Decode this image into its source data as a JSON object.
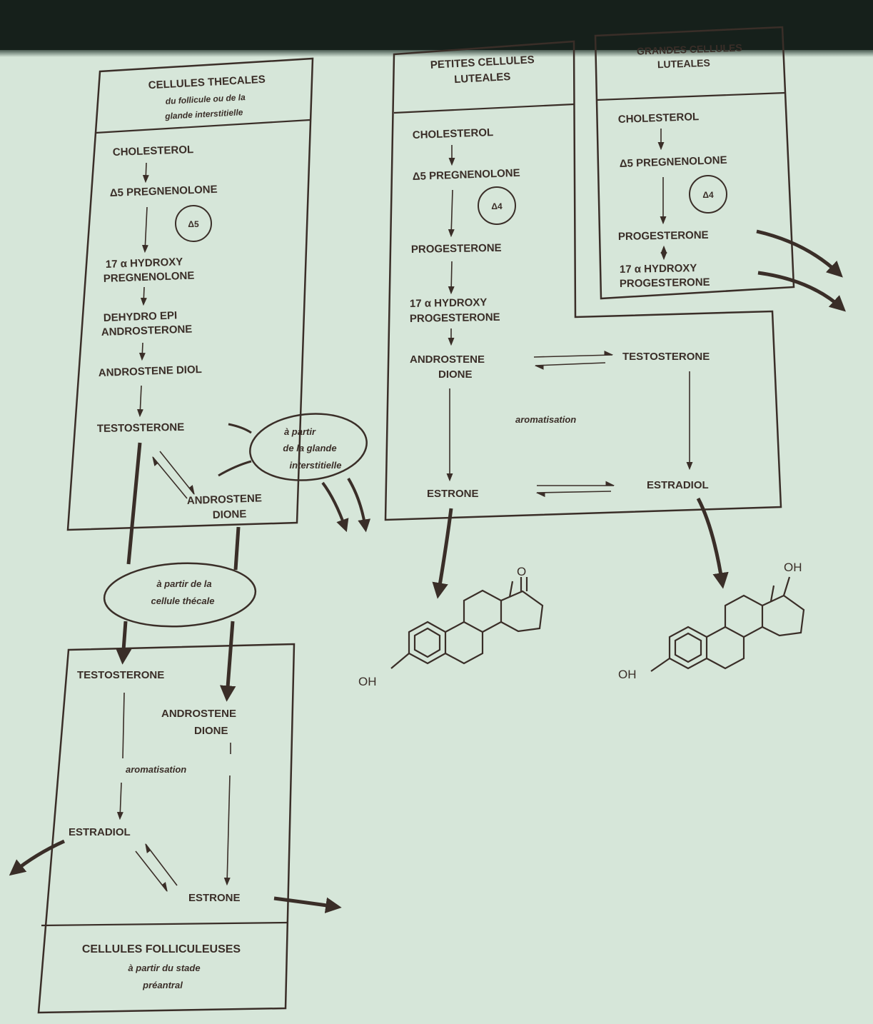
{
  "colors": {
    "background": "#d6e6d9",
    "ink": "#3a2e28",
    "top_bar": "#16201b"
  },
  "thecal": {
    "title": [
      "CELLULES THECALES",
      "du follicule ou de la",
      "glande interstitielle"
    ],
    "cholesterol": "CHOLESTEROL",
    "pregnenolone": "Δ5 PREGNENOLONE",
    "enzyme": "Δ5",
    "hydroxy": [
      "17 α HYDROXY",
      "PREGNENOLONE"
    ],
    "dhea": [
      "DEHYDRO EPI",
      "ANDROSTERONE"
    ],
    "diol": "ANDROSTENE DIOL",
    "testosterone": "TESTOSTERONE",
    "androstene": [
      "ANDROSTENE",
      "DIONE"
    ]
  },
  "interstitial_oval": [
    "à partir",
    "de la glande",
    "interstitielle"
  ],
  "thecal_oval": [
    "à partir de la",
    "cellule thécale"
  ],
  "small_luteal": {
    "title": [
      "PETITES CELLULES",
      "LUTEALES"
    ],
    "cholesterol": "CHOLESTEROL",
    "pregnenolone": "Δ5 PREGNENOLONE",
    "enzyme": "Δ4",
    "progesterone": "PROGESTERONE",
    "hydroxy": [
      "17 α HYDROXY",
      "PROGESTERONE"
    ],
    "androstene": [
      "ANDROSTENE",
      "DIONE"
    ],
    "testosterone": "TESTOSTERONE",
    "aromatisation": "aromatisation",
    "estrone": "ESTRONE",
    "estradiol": "ESTRADIOL"
  },
  "large_luteal": {
    "title": [
      "GRANDES CELLULES",
      "LUTEALES"
    ],
    "cholesterol": "CHOLESTEROL",
    "pregnenolone": "Δ5 PREGNENOLONE",
    "enzyme": "Δ4",
    "progesterone": "PROGESTERONE",
    "hydroxy": [
      "17 α HYDROXY",
      "PROGESTERONE"
    ]
  },
  "follicular": {
    "testosterone": "TESTOSTERONE",
    "androstene": [
      "ANDROSTENE",
      "DIONE"
    ],
    "aromatisation": "aromatisation",
    "estradiol": "ESTRADIOL",
    "estrone": "ESTRONE",
    "caption": [
      "CELLULES FOLLICULEUSES",
      "à partir du stade",
      "préantral"
    ]
  },
  "molecules": {
    "estrone": {
      "ketone": "O",
      "hydroxyl": "OH"
    },
    "estradiol": {
      "top_hydroxyl": "OH",
      "hydroxyl": "OH"
    }
  }
}
